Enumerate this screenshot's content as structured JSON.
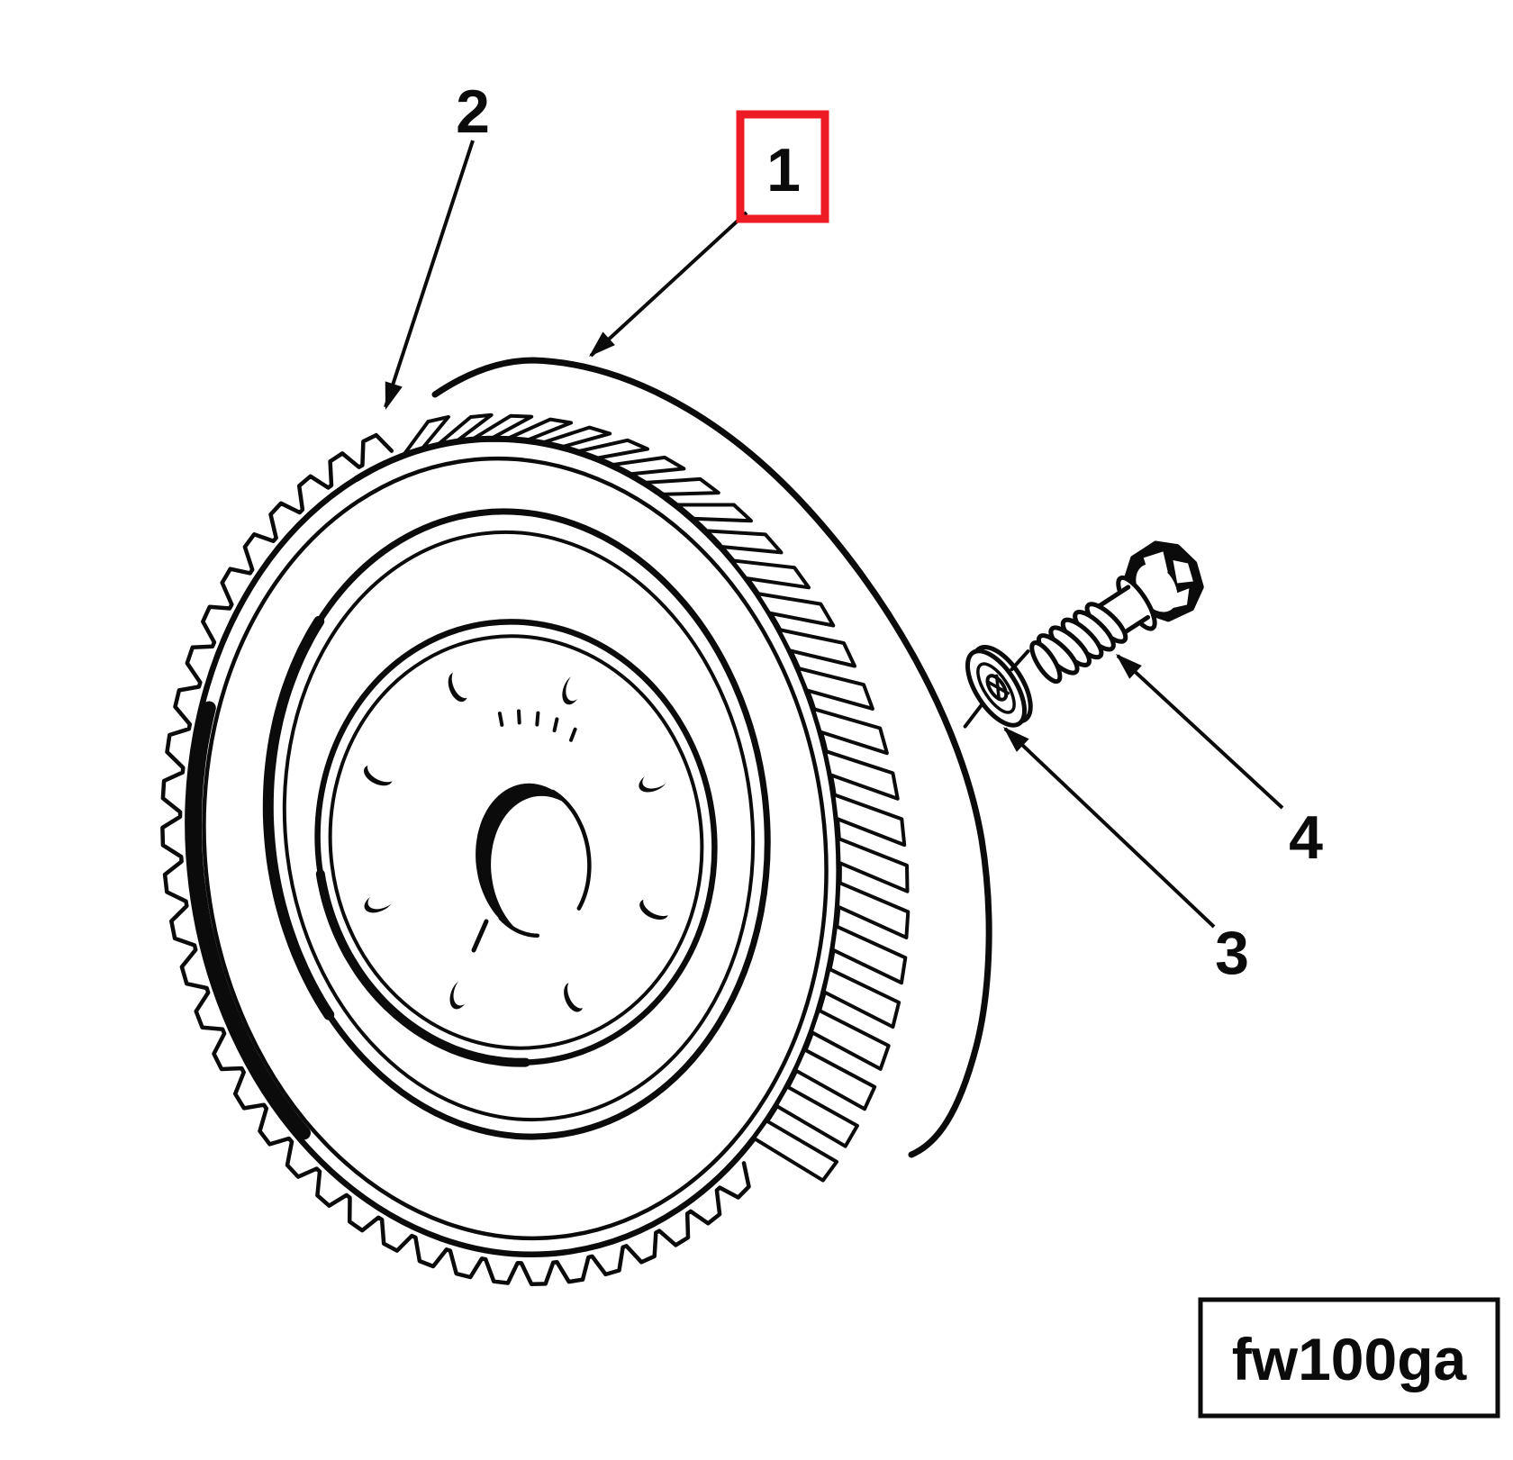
{
  "figure": {
    "code_label": "fw100ga"
  },
  "callouts": [
    {
      "label": "1",
      "highlighted": true
    },
    {
      "label": "2",
      "highlighted": false
    },
    {
      "label": "3",
      "highlighted": false
    },
    {
      "label": "4",
      "highlighted": false
    }
  ],
  "colors": {
    "line": "#0b0b0b",
    "highlight": "#ed1c24",
    "background": "#ffffff"
  }
}
